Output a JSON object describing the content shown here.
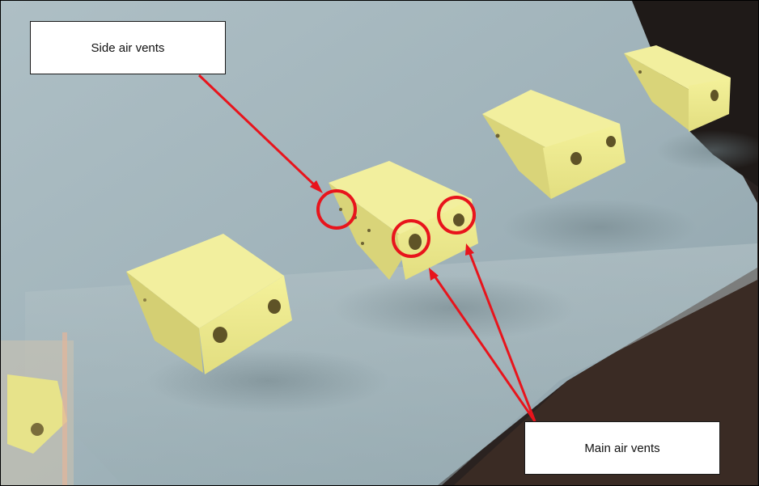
{
  "annotations": {
    "side_label": "Side air vents",
    "main_label": "Main air vents"
  },
  "colors": {
    "annotation": "#e8141c",
    "wall": "#9fb1b8",
    "block": "#eeeb8a"
  },
  "image": {
    "subject": "yellow-green blocks mounted on a grey-blue wall",
    "block_count": 5
  }
}
